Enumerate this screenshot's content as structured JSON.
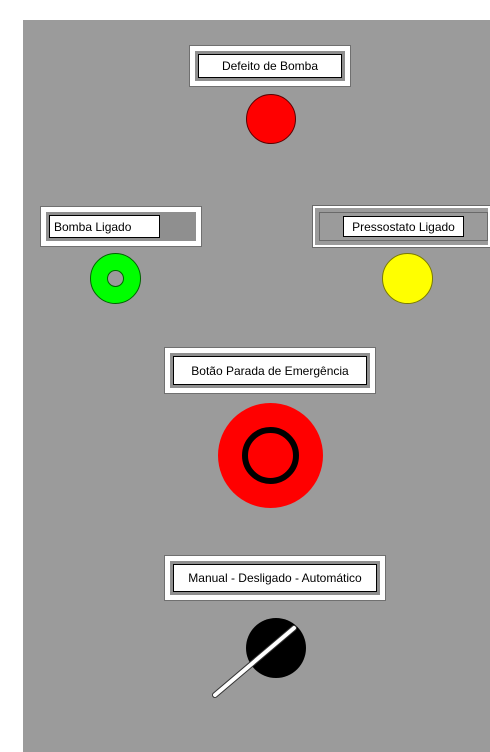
{
  "panel": {
    "background_color": "#9b9b9b"
  },
  "pump_fault": {
    "label": "Defeito de Bomba",
    "lamp_color": "#ff0000",
    "state": "on"
  },
  "pump_on": {
    "label": "Bomba  Ligado",
    "lamp_color": "#00ff00",
    "state": "on"
  },
  "pressure_switch": {
    "label": "Pressostato Ligado",
    "lamp_color": "#ffff00",
    "state": "on"
  },
  "emergency_stop": {
    "label": "Botão Parada de Emergência",
    "button_color": "#ff0000",
    "ring_color": "#000000"
  },
  "mode_selector": {
    "label": "Manual - Desligado - Automático",
    "knob_color": "#000000",
    "lever_color": "#ffffff"
  }
}
